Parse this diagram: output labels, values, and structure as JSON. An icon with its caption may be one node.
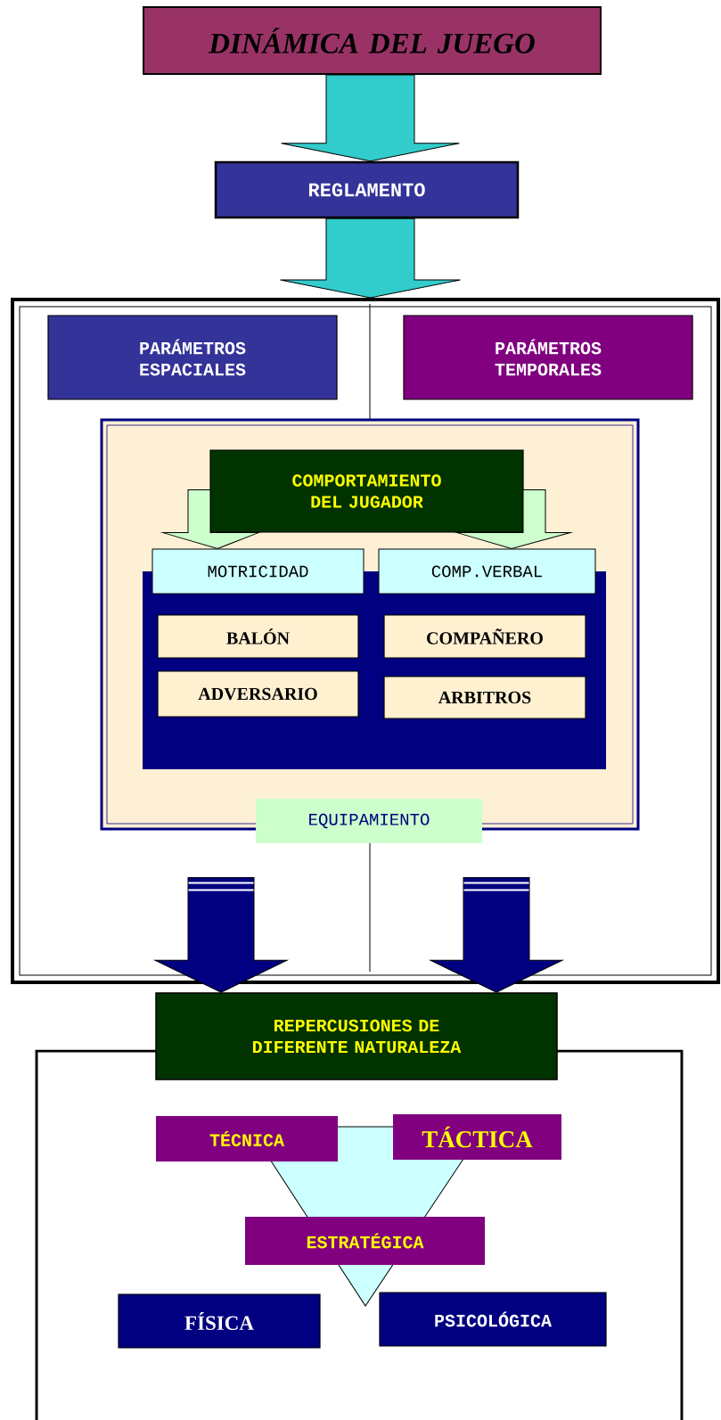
{
  "diagram": {
    "nodes": [
      {
        "text": [
          "DINÁMICA DEL JUEGO"
        ]
      },
      {
        "text": [
          "REGLAMENTO"
        ]
      },
      {
        "text": [],
        "shape": "box"
      },
      {
        "text": [
          "PARÁMETROS ESPACIALES"
        ],
        "in": 2
      },
      {
        "text": [
          "PARÁMETROS TEMPORALES"
        ],
        "in": 2
      },
      {
        "text": [],
        "shape": "box",
        "in": 2
      },
      {
        "text": [
          "COMPORTAMIENTO DEL JUGADOR"
        ],
        "in": 5
      },
      {
        "text": [],
        "shape": "box",
        "in": 5
      },
      {
        "text": [
          "MOTRICIDAD"
        ],
        "in": 5
      },
      {
        "text": [
          "COMP.VERBAL"
        ],
        "in": 5
      },
      {
        "text": [
          "BALÓN"
        ],
        "in": 7
      },
      {
        "text": [
          "COMPAÑERO"
        ],
        "in": 7
      },
      {
        "text": [
          "ADVERSARIO"
        ],
        "in": 7
      },
      {
        "text": [
          "ARBITROS"
        ],
        "in": 7
      },
      {
        "text": [
          "EQUIPAMIENTO"
        ],
        "in": 2
      },
      {
        "text": [
          "REPERCUSIONES DE DIFERENTE NATURALEZA"
        ]
      },
      {
        "text": [],
        "shape": "box"
      },
      {
        "text": [
          "TÉCNICA"
        ],
        "in": 16
      },
      {
        "text": [
          "TÁCTICA"
        ],
        "in": 16
      },
      {
        "text": [
          "ESTRATÉGICA"
        ],
        "in": 16
      },
      {
        "text": [
          "FÍSICA"
        ],
        "in": 16
      },
      {
        "text": [
          "PSICOLÓGICA"
        ],
        "in": 16
      }
    ],
    "edges": [
      {
        "from": 0,
        "to": 1,
        "arrow": "to",
        "color": "#33cccc"
      },
      {
        "from": 1,
        "to": 2,
        "arrow": "to",
        "color": "#33cccc"
      },
      {
        "from": 6,
        "to": 8,
        "arrow": "to",
        "color": "#ccffcc"
      },
      {
        "from": 6,
        "to": 9,
        "arrow": "to",
        "color": "#ccffcc"
      },
      {
        "from": 5,
        "to": 15,
        "arrow": "to",
        "color": "#000080"
      },
      {
        "from": 5,
        "to": 15,
        "arrow": "to",
        "color": "#000080"
      }
    ]
  }
}
